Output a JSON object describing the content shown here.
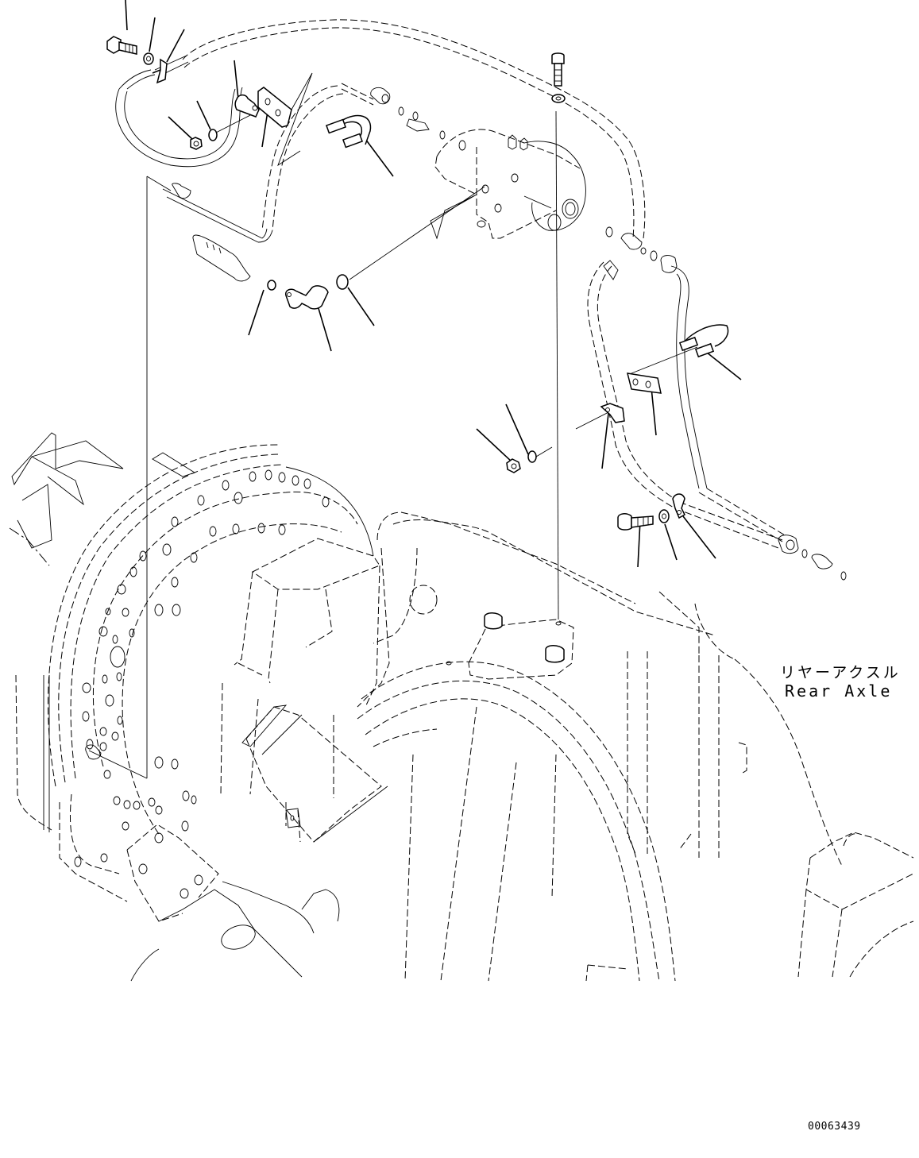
{
  "diagram": {
    "type": "exploded parts diagram",
    "assembly_label_jp": "リヤーアクスル",
    "assembly_label_en": "Rear Axle",
    "drawing_number": "00063439"
  },
  "parts": [
    {
      "id": "bolt-top-left",
      "icon": "bolt-icon"
    },
    {
      "id": "washer-top-left",
      "icon": "washer-icon"
    },
    {
      "id": "clip-top-left",
      "icon": "clip-icon"
    },
    {
      "id": "nut-upper-left",
      "icon": "nut-icon"
    },
    {
      "id": "washer-upper-left",
      "icon": "washer-icon"
    },
    {
      "id": "clamp-upper",
      "icon": "clamp-icon"
    },
    {
      "id": "plate-upper",
      "icon": "plate-icon"
    },
    {
      "id": "u-bolt-upper",
      "icon": "u-bolt-icon"
    },
    {
      "id": "valve-block",
      "icon": "valve-icon"
    },
    {
      "id": "mount-bolt",
      "icon": "bolt-icon"
    },
    {
      "id": "mount-washer",
      "icon": "washer-icon"
    },
    {
      "id": "o-ring-small",
      "icon": "o-ring-icon"
    },
    {
      "id": "elbow-fitting",
      "icon": "elbow-icon"
    },
    {
      "id": "o-ring-large",
      "icon": "o-ring-icon"
    },
    {
      "id": "u-bolt-right",
      "icon": "u-bolt-icon"
    },
    {
      "id": "plate-right",
      "icon": "plate-icon"
    },
    {
      "id": "clamp-right",
      "icon": "clamp-icon"
    },
    {
      "id": "nut-mid",
      "icon": "nut-icon"
    },
    {
      "id": "washer-mid",
      "icon": "washer-icon"
    },
    {
      "id": "bolt-lower-right",
      "icon": "bolt-icon"
    },
    {
      "id": "washer-lower-right",
      "icon": "washer-icon"
    },
    {
      "id": "clip-lower-right",
      "icon": "clip-icon"
    }
  ]
}
